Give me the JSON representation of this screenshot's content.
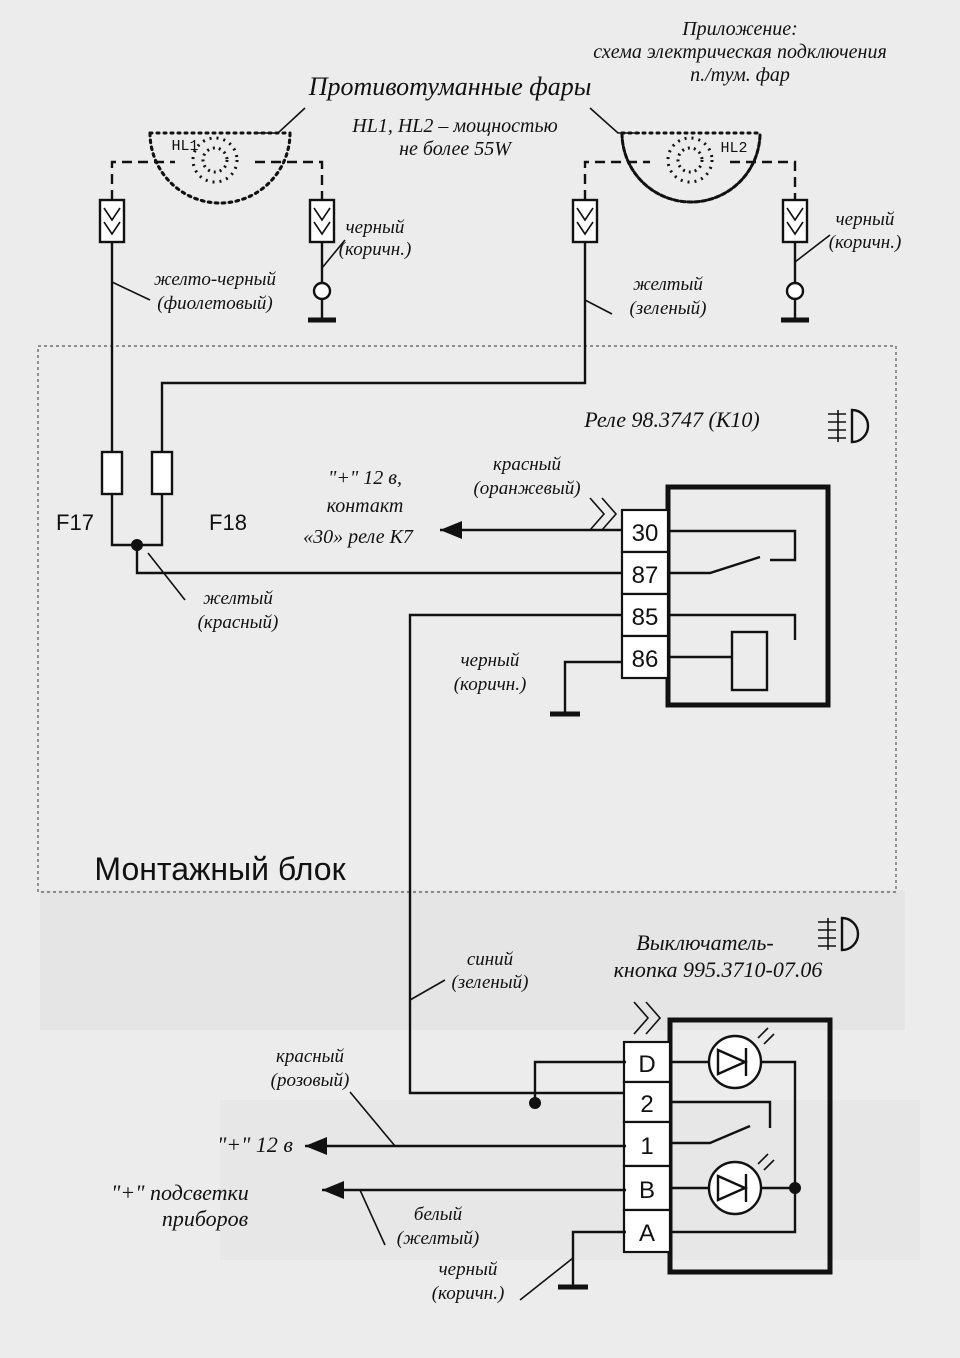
{
  "header": {
    "line1": "Приложение:",
    "line2": "схема электрическая подключения",
    "line3": "п./тум. фар"
  },
  "fog_lights": {
    "title": "Противотуманные фары",
    "spec_line1": "HL1, HL2 – мощностью",
    "spec_line2": "не более 55W",
    "left_label": "HL1",
    "right_label": "HL2"
  },
  "wires": {
    "black_brown_1": [
      "черный",
      "(коричн.)"
    ],
    "black_brown_2": [
      "черный",
      "(коричн.)"
    ],
    "yellow_black": [
      "желто-черный",
      "(фиолетовый)"
    ],
    "yellow_green": [
      "желтый",
      "(зеленый)"
    ],
    "red_orange": [
      "красный",
      "(оранжевый)"
    ],
    "yellow_red": [
      "желтый",
      "(красный)"
    ],
    "black_brown_relay": [
      "черный",
      "(коричн.)"
    ],
    "blue_green": [
      "синий",
      "(зеленый)"
    ],
    "red_pink": [
      "красный",
      "(розовый)"
    ],
    "white_yellow": [
      "белый",
      "(желтый)"
    ],
    "black_brown_switch": [
      "черный",
      "(коричн.)"
    ]
  },
  "fuses": {
    "f17": "F17",
    "f18": "F18"
  },
  "relay": {
    "title": "Реле 98.3747 (К10)",
    "pins": [
      "30",
      "87",
      "85",
      "86"
    ],
    "contact30": [
      "\"+\" 12 в,",
      "контакт",
      "«30» реле К7"
    ]
  },
  "mounting_block": {
    "label": "Монтажный блок"
  },
  "switch": {
    "title_line1": "Выключатель-",
    "title_line2": "кнопка 995.3710-07.06",
    "pins": [
      "D",
      "2",
      "1",
      "B",
      "A"
    ],
    "plus12": "\"+\" 12 в",
    "backlight_line1": "\"+\" подсветки",
    "backlight_line2": "приборов"
  },
  "icons": [
    "fog-light-icon",
    "ground-icon",
    "fuse-icon",
    "connector-icon",
    "led-icon"
  ]
}
